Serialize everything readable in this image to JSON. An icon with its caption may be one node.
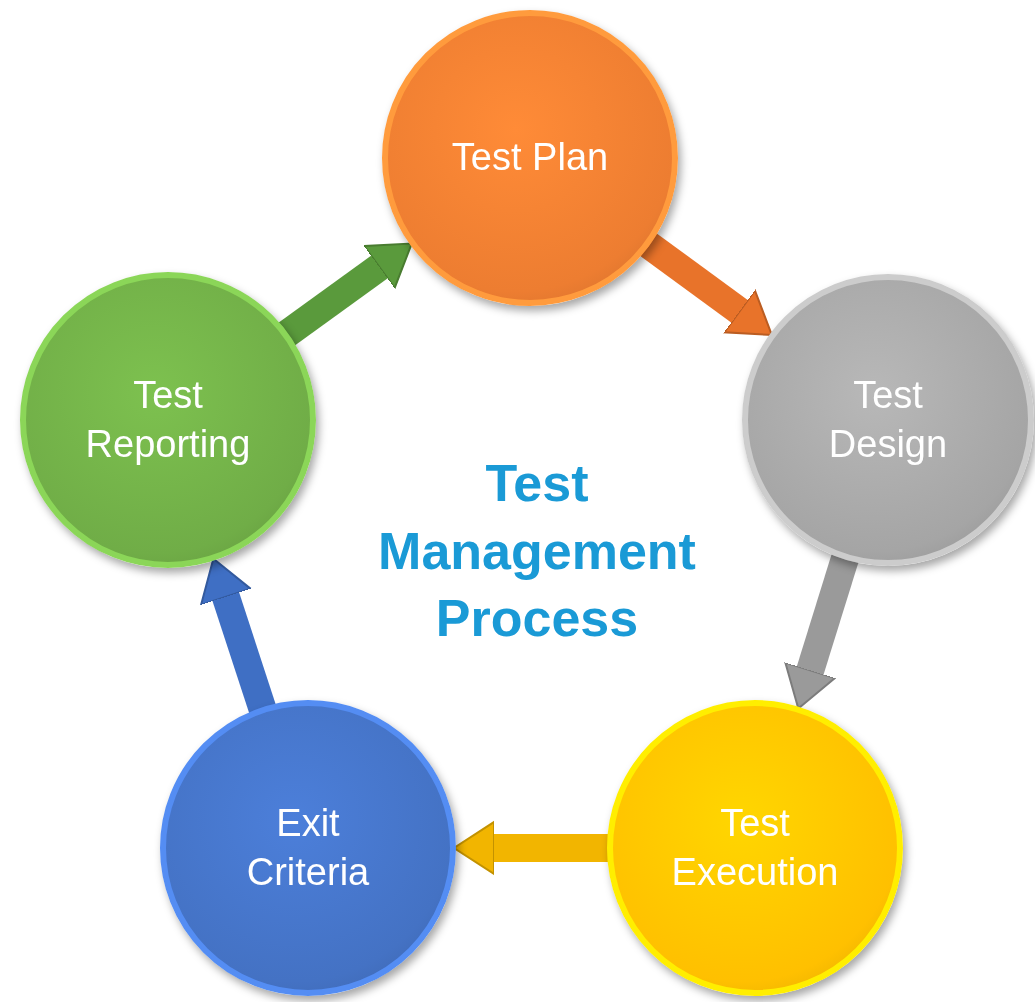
{
  "diagram": {
    "title": "Test Management Process",
    "nodes": [
      {
        "text": [
          "Test Plan"
        ]
      },
      {
        "text": [
          "Test Design"
        ]
      },
      {
        "text": [
          "Test Execution"
        ]
      },
      {
        "text": [
          "Exit Criteria"
        ]
      },
      {
        "text": [
          "Test Reporting"
        ]
      }
    ],
    "edges": [
      {
        "from": 0,
        "to": 1,
        "arrow": "to",
        "color": "#e8732a"
      },
      {
        "from": 1,
        "to": 2,
        "arrow": "to",
        "color": "#9a9a9a"
      },
      {
        "from": 2,
        "to": 3,
        "arrow": "to",
        "color": "#f2b500"
      },
      {
        "from": 3,
        "to": 4,
        "arrow": "to",
        "color": "#3f6fc4"
      },
      {
        "from": 4,
        "to": 0,
        "arrow": "to",
        "color": "#5a9a3c"
      }
    ]
  }
}
